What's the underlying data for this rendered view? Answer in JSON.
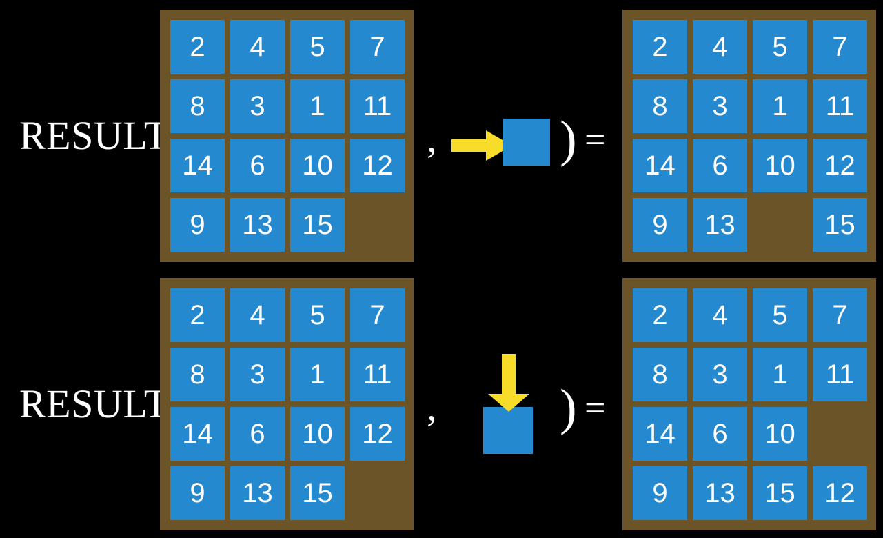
{
  "colors": {
    "background": "#000000",
    "board_frame": "#6b5428",
    "tile": "#2489cf",
    "tile_text": "#ffffff",
    "arrow": "#f7dd2a",
    "text": "#ffffff"
  },
  "rows": [
    {
      "label": "RESULT(",
      "comma": ",",
      "close_paren": ")",
      "equals": "=",
      "move_icon": "arrow-right-icon",
      "move_direction": "right",
      "input_board": {
        "name": "input-board-top",
        "grid": [
          [
            "2",
            "4",
            "5",
            "7"
          ],
          [
            "8",
            "3",
            "1",
            "11"
          ],
          [
            "14",
            "6",
            "10",
            "12"
          ],
          [
            "9",
            "13",
            "15",
            ""
          ]
        ]
      },
      "output_board": {
        "name": "output-board-top",
        "grid": [
          [
            "2",
            "4",
            "5",
            "7"
          ],
          [
            "8",
            "3",
            "1",
            "11"
          ],
          [
            "14",
            "6",
            "10",
            "12"
          ],
          [
            "9",
            "13",
            "",
            "15"
          ]
        ]
      }
    },
    {
      "label": "RESULT(",
      "comma": ",",
      "close_paren": ")",
      "equals": "=",
      "move_icon": "arrow-down-icon",
      "move_direction": "down",
      "input_board": {
        "name": "input-board-bottom",
        "grid": [
          [
            "2",
            "4",
            "5",
            "7"
          ],
          [
            "8",
            "3",
            "1",
            "11"
          ],
          [
            "14",
            "6",
            "10",
            "12"
          ],
          [
            "9",
            "13",
            "15",
            ""
          ]
        ]
      },
      "output_board": {
        "name": "output-board-bottom",
        "grid": [
          [
            "2",
            "4",
            "5",
            "7"
          ],
          [
            "8",
            "3",
            "1",
            "11"
          ],
          [
            "14",
            "6",
            "10",
            ""
          ],
          [
            "9",
            "13",
            "15",
            "12"
          ]
        ]
      }
    }
  ]
}
